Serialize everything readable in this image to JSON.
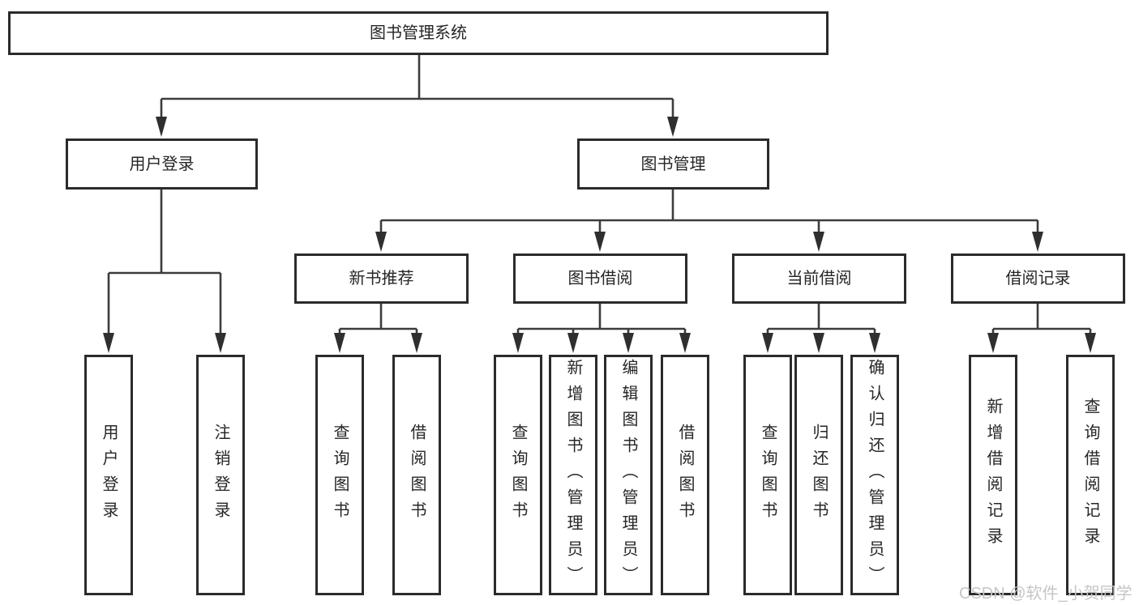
{
  "tree": {
    "root": {
      "label": "图书管理系统"
    },
    "children": [
      {
        "label": "用户登录",
        "children": [
          {
            "label": "用户登录"
          },
          {
            "label": "注销登录"
          }
        ]
      },
      {
        "label": "图书管理",
        "children": [
          {
            "label": "新书推荐",
            "children": [
              {
                "label": "查询图书"
              },
              {
                "label": "借阅图书"
              }
            ]
          },
          {
            "label": "图书借阅",
            "children": [
              {
                "label": "查询图书"
              },
              {
                "label": "新增图书（管理员）"
              },
              {
                "label": "编辑图书（管理员）"
              },
              {
                "label": "借阅图书"
              }
            ]
          },
          {
            "label": "当前借阅",
            "children": [
              {
                "label": "查询图书"
              },
              {
                "label": "归还图书"
              },
              {
                "label": "确认归还（管理员）"
              }
            ]
          },
          {
            "label": "借阅记录",
            "children": [
              {
                "label": "新增借阅记录"
              },
              {
                "label": "查询借阅记录"
              }
            ]
          }
        ]
      }
    ]
  },
  "watermark": {
    "text": "CSDN @软件_小贺同学"
  },
  "colors": {
    "line": "#3c3c3c",
    "box_border": "#2b2b2b",
    "text": "#262626",
    "watermark": "#c6c6c6",
    "background": "#ffffff"
  }
}
